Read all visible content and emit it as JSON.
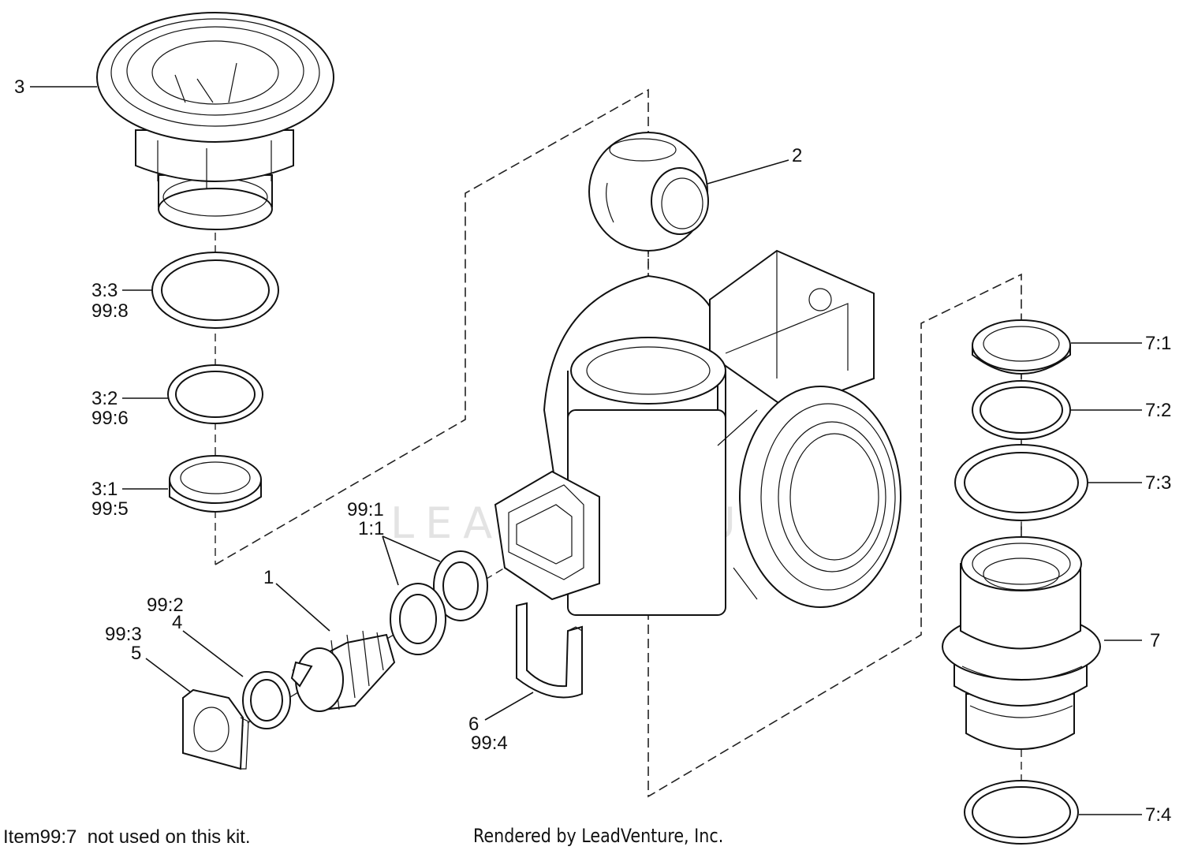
{
  "watermark": "LEADVENTURE",
  "callouts": [
    {
      "id": "c3",
      "lines": [
        "3"
      ]
    },
    {
      "id": "c2",
      "lines": [
        "2"
      ]
    },
    {
      "id": "c33",
      "lines": [
        "3:3",
        "99:8"
      ]
    },
    {
      "id": "c32",
      "lines": [
        "3:2",
        "99:6"
      ]
    },
    {
      "id": "c31",
      "lines": [
        "3:1",
        "99:5"
      ]
    },
    {
      "id": "c991",
      "lines": [
        "99:1",
        "1:1"
      ]
    },
    {
      "id": "c1",
      "lines": [
        "1"
      ]
    },
    {
      "id": "c992",
      "lines": [
        "99:2",
        "4"
      ]
    },
    {
      "id": "c993",
      "lines": [
        "99:3",
        "5"
      ]
    },
    {
      "id": "c6",
      "lines": [
        "6",
        "99:4"
      ]
    },
    {
      "id": "c71",
      "lines": [
        "7:1"
      ]
    },
    {
      "id": "c72",
      "lines": [
        "7:2"
      ]
    },
    {
      "id": "c73",
      "lines": [
        "7:3"
      ]
    },
    {
      "id": "c7",
      "lines": [
        "7"
      ]
    },
    {
      "id": "c74",
      "lines": [
        "7:4"
      ]
    }
  ],
  "footer": {
    "note": "Item99:7  not used on this kit.",
    "credit": "Rendered by LeadVenture, Inc."
  }
}
